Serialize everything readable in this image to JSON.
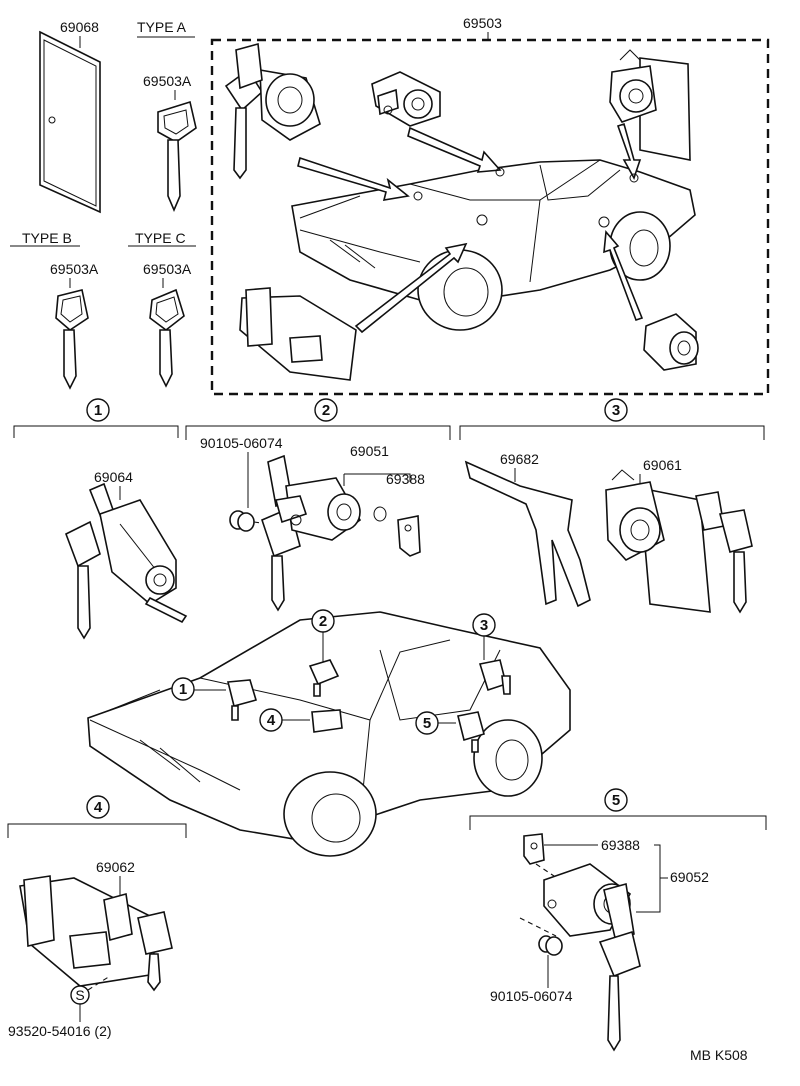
{
  "labels": {
    "glovebox_key_cover": "69068",
    "type_a": "TYPE A",
    "type_b": "TYPE B",
    "type_c": "TYPE C",
    "key_a": "69503A",
    "key_b": "69503A",
    "key_c": "69503A",
    "lock_set": "69503",
    "ignition_cylinder": "69064",
    "bolt_upper": "90105-06074",
    "door_lock_cylinder": "69051",
    "clip_upper": "69388",
    "cover_plate": "69682",
    "trunk_lock": "69061",
    "glovebox_lock": "69062",
    "screw": "93520-54016 (2)",
    "screw_symbol": "S",
    "clip_lower": "69388",
    "door_lock_lower": "69052",
    "bolt_lower": "90105-06074",
    "code": "MB K508"
  },
  "sections": {
    "s1": "1",
    "s2": "2",
    "s3": "3",
    "s4": "4",
    "s5": "5"
  }
}
